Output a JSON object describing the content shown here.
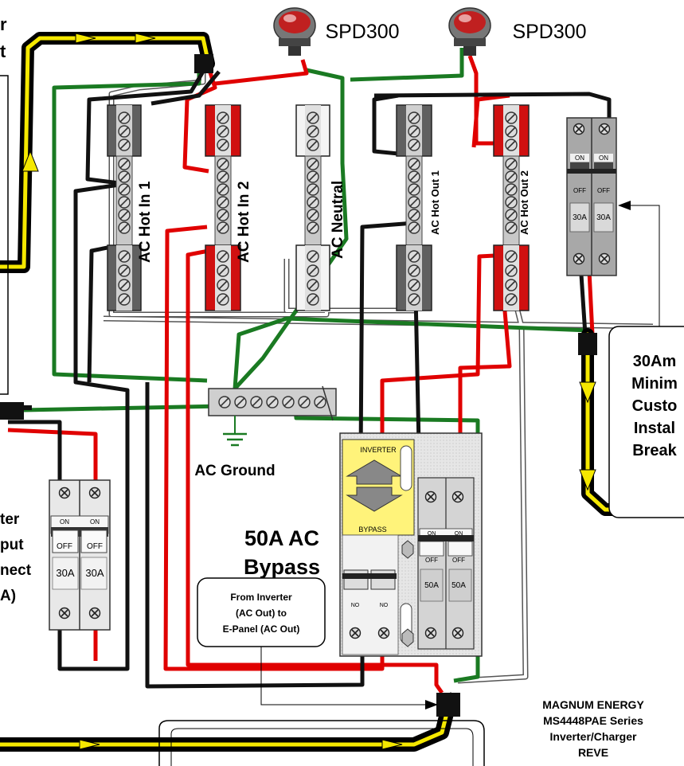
{
  "title_fragments": {
    "top_left_1": "r",
    "top_left_2": "t"
  },
  "spd": [
    {
      "label": "SPD300"
    },
    {
      "label": "SPD300"
    }
  ],
  "bus_bars": {
    "hot_in_1": "AC Hot In 1",
    "hot_in_2": "AC Hot In 2",
    "neutral": "AC Neutral",
    "hot_out_1": "AC Hot Out 1",
    "hot_out_2": "AC Hot Out 2",
    "ground": "AC Ground"
  },
  "breaker_small_right": {
    "on": "ON",
    "off": "OFF",
    "rating_left": "30A",
    "rating_right": "30A"
  },
  "breaker_left": {
    "on": "ON",
    "off": "OFF",
    "rating_left": "30A",
    "rating_right": "30A",
    "caption_lines": [
      "ter",
      "put",
      "nect",
      "A)"
    ]
  },
  "bypass": {
    "title_line1": "50A AC",
    "title_line2": "Bypass",
    "inverter": "INVERTER",
    "bypass_label": "BYPASS",
    "on": "ON",
    "off": "OFF",
    "rating_left": "50A",
    "rating_right": "50A",
    "no_left": "NO",
    "no_right": "NO"
  },
  "callout_inverter": {
    "line1": "From Inverter",
    "line2": "(AC Out) to",
    "line3": "E-Panel (AC Out)"
  },
  "callout_right": {
    "lines": [
      "30Am",
      "Minim",
      "Custo",
      "Instal",
      "Break"
    ]
  },
  "brand": {
    "line1": "MAGNUM ENERGY",
    "line2": "MS4448PAE Series",
    "line3": "Inverter/Charger",
    "line4": "REVE"
  }
}
